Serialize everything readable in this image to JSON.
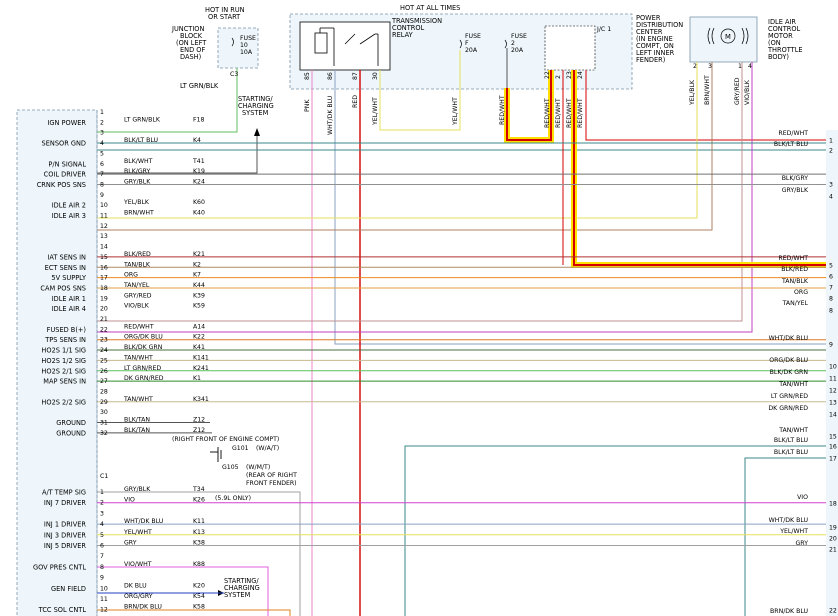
{
  "header": {
    "hot_run_start": [
      "HOT IN RUN",
      "OR START"
    ],
    "hot_all_times": "HOT AT ALL TIMES"
  },
  "junction_block": {
    "label": [
      "JUNCTION",
      "BLOCK",
      "(ON LEFT",
      "END OF",
      "DASH)"
    ],
    "fuse_label": [
      "FUSE",
      "10",
      "10A"
    ],
    "connector_pin": "C3",
    "wire": "LT GRN/BLK"
  },
  "transmission_relay": {
    "label": [
      "TRANSMISSION",
      "CONTROL",
      "RELAY"
    ],
    "pins": [
      "85",
      "86",
      "87",
      "30"
    ],
    "wires": [
      "PNK",
      "WHT/DK BLU",
      "RED",
      "YEL/WHT"
    ]
  },
  "fuse_f": {
    "label": [
      "FUSE",
      "F",
      "20A"
    ],
    "wire": "YEL/WHT"
  },
  "fuse_2": {
    "label": [
      "FUSE",
      "2",
      "20A"
    ],
    "wire": "RED/WHT"
  },
  "jc1": {
    "label": "J/C 1",
    "pins": [
      "22",
      "2",
      "23",
      "24"
    ],
    "wires": [
      "RED/WHT",
      "RED/WHT",
      "RED/WHT",
      "RED/WHT"
    ]
  },
  "pdc": {
    "label": [
      "POWER",
      "DISTRIBUTION",
      "CENTER",
      "(IN ENGINE",
      "COMPT, ON",
      "LEFT INNER",
      "FENDER)"
    ]
  },
  "idle_air_motor": {
    "label": [
      "IDLE AIR",
      "CONTROL",
      "MOTOR",
      "(ON",
      "THROTTLE",
      "BODY)"
    ],
    "pins": [
      "2",
      "3",
      "1",
      "4"
    ],
    "wires": [
      "YEL/BLK",
      "BRN/WHT",
      "GRY/RED",
      "VIO/BLK"
    ],
    "motor_symbol": "M"
  },
  "starting_charging_top": [
    "STARTING/",
    "CHARGING",
    "SYSTEM"
  ],
  "starting_charging_bottom": [
    "STARTING/",
    "CHARGING",
    "SYSTEM"
  ],
  "pcm_pins": [
    {
      "pin": "1",
      "name": "",
      "color": "",
      "code": ""
    },
    {
      "pin": "2",
      "name": "IGN POWER",
      "color": "LT GRN/BLK",
      "code": "F18"
    },
    {
      "pin": "3",
      "name": "",
      "color": "",
      "code": ""
    },
    {
      "pin": "4",
      "name": "SENSOR GND",
      "color": "BLK/LT BLU",
      "code": "K4"
    },
    {
      "pin": "5",
      "name": "",
      "color": "",
      "code": ""
    },
    {
      "pin": "6",
      "name": "P/N SIGNAL",
      "color": "BLK/WHT",
      "code": "T41"
    },
    {
      "pin": "7",
      "name": "COIL DRIVER",
      "color": "BLK/GRY",
      "code": "K19"
    },
    {
      "pin": "8",
      "name": "CRNK POS SNS",
      "color": "GRY/BLK",
      "code": "K24"
    },
    {
      "pin": "9",
      "name": "",
      "color": "",
      "code": ""
    },
    {
      "pin": "10",
      "name": "IDLE AIR 2",
      "color": "YEL/BLK",
      "code": "K60"
    },
    {
      "pin": "11",
      "name": "IDLE AIR 3",
      "color": "BRN/WHT",
      "code": "K40"
    },
    {
      "pin": "12",
      "name": "",
      "color": "",
      "code": ""
    },
    {
      "pin": "13",
      "name": "",
      "color": "",
      "code": ""
    },
    {
      "pin": "14",
      "name": "",
      "color": "",
      "code": ""
    },
    {
      "pin": "15",
      "name": "IAT SENS IN",
      "color": "BLK/RED",
      "code": "K21"
    },
    {
      "pin": "16",
      "name": "ECT SENS IN",
      "color": "TAN/BLK",
      "code": "K2"
    },
    {
      "pin": "17",
      "name": "5V SUPPLY",
      "color": "ORG",
      "code": "K7"
    },
    {
      "pin": "18",
      "name": "CAM POS SNS",
      "color": "TAN/YEL",
      "code": "K44"
    },
    {
      "pin": "19",
      "name": "IDLE AIR 1",
      "color": "GRY/RED",
      "code": "K39"
    },
    {
      "pin": "20",
      "name": "IDLE AIR 4",
      "color": "VIO/BLK",
      "code": "K59"
    },
    {
      "pin": "21",
      "name": "",
      "color": "",
      "code": ""
    },
    {
      "pin": "22",
      "name": "FUSED B(+)",
      "color": "RED/WHT",
      "code": "A14"
    },
    {
      "pin": "23",
      "name": "TPS SENS IN",
      "color": "ORG/DK BLU",
      "code": "K22"
    },
    {
      "pin": "24",
      "name": "HO2S 1/1 SIG",
      "color": "BLK/DK GRN",
      "code": "K41"
    },
    {
      "pin": "25",
      "name": "HO2S 1/2 SIG",
      "color": "TAN/WHT",
      "code": "K141"
    },
    {
      "pin": "26",
      "name": "HO2S 2/1 SIG",
      "color": "LT GRN/RED",
      "code": "K241"
    },
    {
      "pin": "27",
      "name": "MAP SENS IN",
      "color": "DK GRN/RED",
      "code": "K1"
    },
    {
      "pin": "28",
      "name": "",
      "color": "",
      "code": ""
    },
    {
      "pin": "29",
      "name": "HO2S 2/2 SIG",
      "color": "TAN/WHT",
      "code": "K341"
    },
    {
      "pin": "30",
      "name": "",
      "color": "",
      "code": ""
    },
    {
      "pin": "31",
      "name": "GROUND",
      "color": "BLK/TAN",
      "code": "Z12"
    },
    {
      "pin": "32",
      "name": "GROUND",
      "color": "BLK/TAN",
      "code": "Z12"
    }
  ],
  "c1_label": "C1",
  "c1_pins": [
    {
      "pin": "1",
      "name": "A/T TEMP SIG",
      "color": "GRY/BLK",
      "code": "T34"
    },
    {
      "pin": "2",
      "name": "INJ 7 DRIVER",
      "color": "VIO",
      "code": "K26"
    },
    {
      "pin": "3",
      "name": "",
      "color": "",
      "code": ""
    },
    {
      "pin": "4",
      "name": "INJ 1 DRIVER",
      "color": "WHT/DK BLU",
      "code": "K11"
    },
    {
      "pin": "5",
      "name": "INJ 3 DRIVER",
      "color": "YEL/WHT",
      "code": "K13"
    },
    {
      "pin": "6",
      "name": "INJ 5 DRIVER",
      "color": "GRY",
      "code": "K38"
    },
    {
      "pin": "7",
      "name": "",
      "color": "",
      "code": ""
    },
    {
      "pin": "8",
      "name": "GOV PRES CNTL",
      "color": "VIO/WHT",
      "code": "K88"
    },
    {
      "pin": "9",
      "name": "",
      "color": "",
      "code": ""
    },
    {
      "pin": "10",
      "name": "GEN FIELD",
      "color": "DK BLU",
      "code": "K20"
    },
    {
      "pin": "11",
      "name": "",
      "color": "ORG/GRY",
      "code": "K54"
    },
    {
      "pin": "12",
      "name": "TCC SOL CNTL",
      "color": "BRN/DK BLU",
      "code": "K58"
    }
  ],
  "ground_notes": {
    "right_front": "(RIGHT FRONT OF ENGINE COMPT)",
    "g101": "G101",
    "g101_note": "(W/A/T)",
    "g105": "G105",
    "g105_note": "(W/M/T)",
    "g105_loc": [
      "(REAR OF RIGHT",
      "FRONT FENDER)"
    ],
    "k26_note": "(5.9L ONLY)"
  },
  "right_connector": [
    {
      "pin": "1",
      "color": "RED/WHT"
    },
    {
      "pin": "2",
      "color": "BLK/LT BLU"
    },
    {
      "pin": "3",
      "color": "BLK/GRY"
    },
    {
      "pin": "4",
      "color": "GRY/BLK"
    },
    {
      "pin": "5",
      "color": "RED/WHT"
    },
    {
      "pin": "6",
      "color": "BLK/RED"
    },
    {
      "pin": "7",
      "color": "TAN/BLK"
    },
    {
      "pin": "8",
      "color": "ORG"
    },
    {
      "pin": "8",
      "color": "TAN/YEL"
    },
    {
      "pin": "9",
      "color": "WHT/DK BLU"
    },
    {
      "pin": "10",
      "color": "ORG/DK BLU"
    },
    {
      "pin": "11",
      "color": "BLK/DK GRN"
    },
    {
      "pin": "12",
      "color": "TAN/WHT"
    },
    {
      "pin": "13",
      "color": "LT GRN/RED"
    },
    {
      "pin": "14",
      "color": "DK GRN/RED"
    },
    {
      "pin": "15",
      "color": "TAN/WHT"
    },
    {
      "pin": "16",
      "color": "BLK/LT BLU"
    },
    {
      "pin": "17",
      "color": "BLK/LT BLU"
    },
    {
      "pin": "18",
      "color": "VIO"
    },
    {
      "pin": "19",
      "color": "WHT/DK BLU"
    },
    {
      "pin": "20",
      "color": "YEL/WHT"
    },
    {
      "pin": "21",
      "color": "GRY"
    },
    {
      "pin": "22",
      "color": "BRN/DK BLU"
    }
  ],
  "colors": {
    "highlight_outer": "#ffe000",
    "highlight_inner": "#d40000"
  }
}
